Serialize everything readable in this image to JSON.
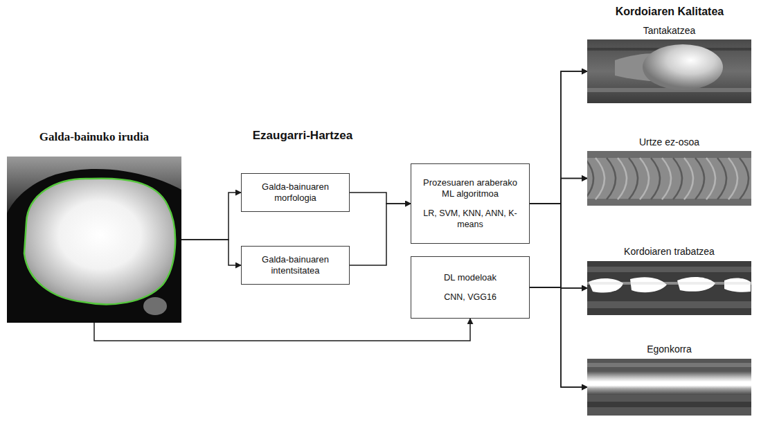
{
  "diagram": {
    "nodes": [
      {
        "text": [
          "Galda-bainuko irudia"
        ]
      },
      {
        "text": [
          "Galda-bainuaren morfologia"
        ]
      },
      {
        "text": [
          "Galda-bainuaren intentsitatea"
        ]
      },
      {
        "text": [
          "Prozesuaren araberako ML algoritmoa",
          "LR, SVM, KNN, ANN, K-means"
        ]
      },
      {
        "text": [
          "DL modeloak",
          "CNN, VGG16"
        ]
      },
      {
        "text": [
          "Tantakatzea"
        ]
      },
      {
        "text": [
          "Urtze ez-osoa"
        ]
      },
      {
        "text": [
          "Kordoiaren trabatzea"
        ]
      },
      {
        "text": [
          "Egonkorra"
        ]
      }
    ],
    "edges": [
      {
        "from": 0,
        "to": 1,
        "arrow": "to"
      },
      {
        "from": 0,
        "to": 2,
        "arrow": "to"
      },
      {
        "from": 0,
        "to": 4,
        "arrow": "to"
      },
      {
        "from": 1,
        "to": 3,
        "arrow": "to"
      },
      {
        "from": 2,
        "to": 3,
        "arrow": "to"
      },
      {
        "from": 3,
        "to": 5,
        "arrow": "to"
      },
      {
        "from": 3,
        "to": 6,
        "arrow": "to"
      },
      {
        "from": 3,
        "to": 7,
        "arrow": "to"
      },
      {
        "from": 3,
        "to": 8,
        "arrow": "to"
      },
      {
        "from": 4,
        "to": 5,
        "arrow": "to"
      },
      {
        "from": 4,
        "to": 6,
        "arrow": "to"
      },
      {
        "from": 4,
        "to": 7,
        "arrow": "to"
      },
      {
        "from": 4,
        "to": 8,
        "arrow": "to"
      }
    ],
    "labels": [
      "Ezaugarri-Hartzea",
      "Kordoiaren Kalitatea"
    ]
  }
}
